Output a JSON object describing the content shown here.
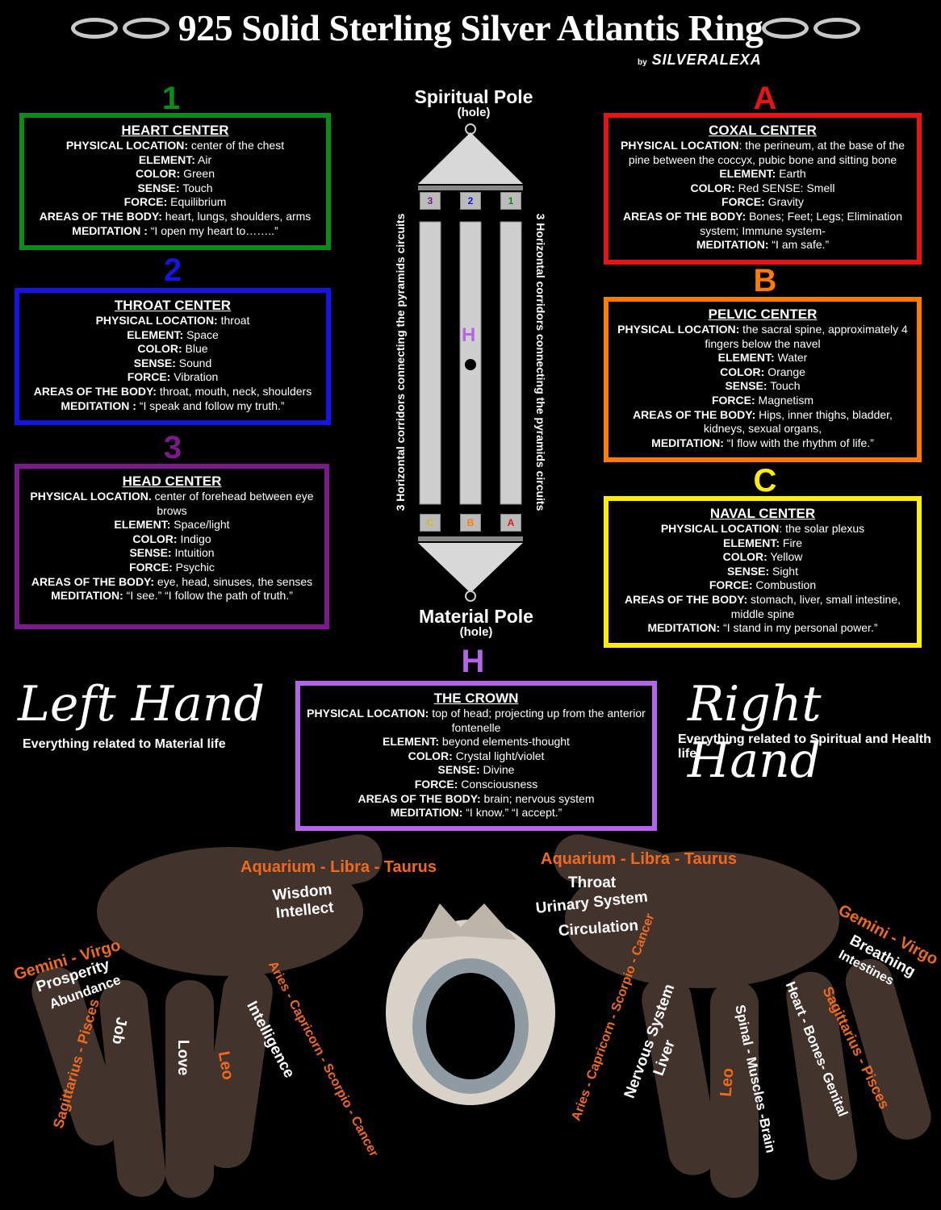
{
  "title": "925 Solid Sterling Silver Atlantis Ring",
  "byline": {
    "by": "by",
    "brand": "SILVERALEXA"
  },
  "colors": {
    "green": "#0a8c18",
    "blue": "#1414e6",
    "purple": "#7a1a8c",
    "red": "#e61414",
    "orange": "#ff7a00",
    "yellow": "#ffee00",
    "violet": "#b464e6"
  },
  "markers": {
    "one": "1",
    "two": "2",
    "three": "3",
    "a": "A",
    "b": "B",
    "c": "C",
    "h": "H"
  },
  "centers": {
    "heart": {
      "title": "HEART CENTER",
      "lines": [
        {
          "k": "PHYSICAL LOCATION:",
          "v": " center of the chest"
        },
        {
          "k": "ELEMENT:",
          "v": " Air"
        },
        {
          "k": "COLOR:",
          "v": " Green"
        },
        {
          "k": "SENSE:",
          "v": " Touch"
        },
        {
          "k": "FORCE:",
          "v": " Equilibrium"
        },
        {
          "k": "AREAS OF THE BODY:",
          "v": " heart, lungs, shoulders, arms"
        },
        {
          "k": "MEDITATION :",
          "v": " “I open my heart to……..”"
        }
      ]
    },
    "throat": {
      "title": "THROAT CENTER",
      "lines": [
        {
          "k": "PHYSICAL LOCATION:",
          "v": " throat"
        },
        {
          "k": "ELEMENT:",
          "v": " Space"
        },
        {
          "k": "COLOR:",
          "v": " Blue"
        },
        {
          "k": "SENSE:",
          "v": " Sound"
        },
        {
          "k": "FORCE:",
          "v": " Vibration"
        },
        {
          "k": "AREAS OF THE BODY:",
          "v": " throat, mouth, neck, shoulders"
        },
        {
          "k": "MEDITATION :",
          "v": " “I speak and follow my truth.”"
        }
      ]
    },
    "head": {
      "title": "HEAD CENTER",
      "lines": [
        {
          "k": "PHYSICAL LOCATION.",
          "v": " center of forehead between eye brows"
        },
        {
          "k": "ELEMENT:",
          "v": " Space/light"
        },
        {
          "k": "COLOR:",
          "v": " Indigo"
        },
        {
          "k": "SENSE:",
          "v": " Intuition"
        },
        {
          "k": "FORCE:",
          "v": " Psychic"
        },
        {
          "k": "AREAS OF THE BODY:",
          "v": " eye, head, sinuses, the senses"
        },
        {
          "k": "MEDITATION:",
          "v": " “I see.” “I follow the path of truth.”"
        }
      ]
    },
    "coxal": {
      "title": "COXAL CENTER",
      "lines": [
        {
          "k": "PHYSICAL LOCATION",
          "v": ": the perineum, at the base of the pine between the coccyx, pubic bone and sitting bone"
        },
        {
          "k": "ELEMENT:",
          "v": " Earth"
        },
        {
          "k": "COLOR:",
          "v": " Red SENSE: Smell"
        },
        {
          "k": "FORCE:",
          "v": " Gravity"
        },
        {
          "k": "AREAS OF THE BODY:",
          "v": " Bones; Feet; Legs; Elimination system; Immune system-"
        },
        {
          "k": "MEDITATION:",
          "v": " “I am safe.”"
        }
      ]
    },
    "pelvic": {
      "title": "PELVIC CENTER",
      "lines": [
        {
          "k": "PHYSICAL LOCATION:",
          "v": " the sacral spine, approximately 4 fingers below the navel"
        },
        {
          "k": "ELEMENT:",
          "v": " Water"
        },
        {
          "k": "COLOR:",
          "v": " Orange"
        },
        {
          "k": "SENSE:",
          "v": " Touch"
        },
        {
          "k": "FORCE:",
          "v": " Magnetism"
        },
        {
          "k": "AREAS OF THE BODY:",
          "v": " Hips, inner thighs, bladder, kidneys, sexual organs,"
        },
        {
          "k": "MEDITATION:",
          "v": " “I flow with the rhythm of life.”"
        }
      ]
    },
    "naval": {
      "title": "NAVAL CENTER",
      "lines": [
        {
          "k": "PHYSICAL LOCATION",
          "v": ": the solar plexus"
        },
        {
          "k": "ELEMENT:",
          "v": " Fire"
        },
        {
          "k": "COLOR:",
          "v": " Yellow"
        },
        {
          "k": "SENSE:",
          "v": " Sight"
        },
        {
          "k": "FORCE:",
          "v": " Combustion"
        },
        {
          "k": "AREAS OF THE BODY:",
          "v": " stomach, liver, small intestine, middle spine"
        },
        {
          "k": "MEDITATION:",
          "v": " “I stand in my personal power.”"
        }
      ]
    },
    "crown": {
      "title": "THE CROWN",
      "lines": [
        {
          "k": "PHYSICAL LOCATION:",
          "v": " top of head; projecting up from the anterior fontenelle"
        },
        {
          "k": "ELEMENT:",
          "v": " beyond elements-thought"
        },
        {
          "k": "COLOR:",
          "v": " Crystal light/violet"
        },
        {
          "k": "SENSE:",
          "v": " Divine"
        },
        {
          "k": "FORCE:",
          "v": " Consciousness"
        },
        {
          "k": "AREAS OF THE BODY:",
          "v": " brain; nervous system"
        },
        {
          "k": "MEDITATION:",
          "v": " “I know.” “I accept.”"
        }
      ]
    }
  },
  "diagram": {
    "spiritual_pole": "Spiritual Pole",
    "spiritual_hole": "(hole)",
    "material_pole": "Material Pole",
    "material_hole": "(hole)",
    "corridor_text": "3 Horizontal corridors connecting the pyramids circuits",
    "top_slots": [
      "3",
      "2",
      "1"
    ],
    "bottom_slots": [
      "C",
      "B",
      "A"
    ],
    "center": "H"
  },
  "left_hand": {
    "title": "Left Hand",
    "subtitle": "Everything related to Material life",
    "labels": {
      "thumb_signs": "Aquarium - Libra - Taurus",
      "thumb_1": "Wisdom",
      "thumb_2": "Intellect",
      "index_signs": "Aries - Capricorn - Scorpio - Cancer",
      "index_1": "Intelligence",
      "middle_1": "Leo",
      "ring_1": "Love",
      "little_1": "Job",
      "little_signs": "Sagittarius - Pisces",
      "palm_signs": "Gemini - Virgo",
      "palm_1": "Prosperity",
      "palm_2": "Abundance"
    }
  },
  "right_hand": {
    "title": "Right Hand",
    "subtitle": "Everything related to Spiritual and Health life",
    "labels": {
      "thumb_signs": "Aquarium - Libra - Taurus",
      "thumb_1": "Throat",
      "thumb_2": "Urinary System",
      "thumb_3": "Circulation",
      "index_signs": "Aries - Capricorn - Scorpio - Cancer",
      "index_1": "Nervous System",
      "index_2": "Liver",
      "middle_signs": "Leo",
      "middle_1": "Spinal - Muscles -Brain",
      "ring_1": "Heart - Bones- Genital",
      "ring_signs": "Sagittarius - Pisces",
      "little_signs": "Gemini - Virgo",
      "little_1": "Breathing",
      "little_2": "Intestines"
    }
  }
}
